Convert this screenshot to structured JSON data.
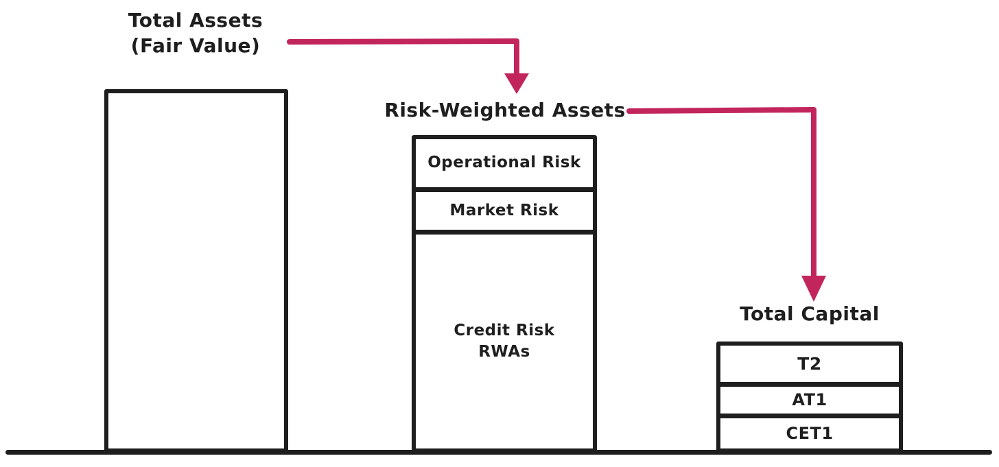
{
  "colors": {
    "ink": "#1e1e1e",
    "arrow": "#c2255c",
    "background": "#ffffff"
  },
  "labels": {
    "total_assets": "Total Assets\n(Fair Value)",
    "risk_weighted_assets": "Risk-Weighted Assets",
    "total_capital": "Total Capital"
  },
  "segments": {
    "rwa": [
      "Operational Risk",
      "Market Risk",
      "Credit Risk\nRWAs"
    ],
    "capital": [
      "T2",
      "AT1",
      "CET1"
    ]
  },
  "chart_data": {
    "type": "diagram",
    "bars": [
      {
        "label": "Total Assets (Fair Value)",
        "segments": []
      },
      {
        "label": "Risk-Weighted Assets",
        "segments": [
          "Operational Risk",
          "Market Risk",
          "Credit Risk RWAs"
        ]
      },
      {
        "label": "Total Capital",
        "segments": [
          "T2",
          "AT1",
          "CET1"
        ]
      }
    ],
    "arrows": [
      {
        "from": "Total Assets (Fair Value)",
        "to": "Risk-Weighted Assets"
      },
      {
        "from": "Risk-Weighted Assets",
        "to": "Total Capital"
      }
    ],
    "layout_hints": {
      "bar_height_order": "Total Assets > Risk-Weighted Assets > Total Capital",
      "baseline": true
    }
  }
}
